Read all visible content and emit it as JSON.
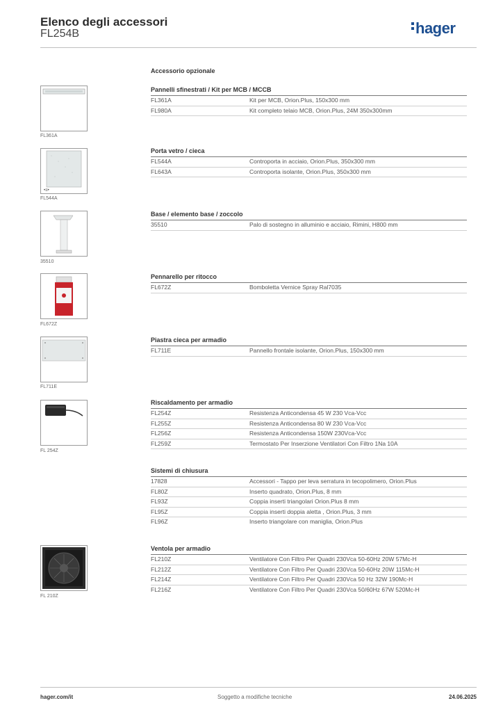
{
  "header": {
    "title": "Elenco degli accessori",
    "subtitle": "FL254B",
    "logo": "hager"
  },
  "section_label": "Accessorio opzionale",
  "groups": [
    {
      "title": "Pannelli sfinestrati / Kit per MCB / MCCB",
      "thumb_caption": "FL361A",
      "thumb_icon": "panel-strip-icon",
      "rows": [
        {
          "code": "FL361A",
          "desc": "Kit per MCB, Orion.Plus, 150x300 mm"
        },
        {
          "code": "FL980A",
          "desc": "Kit completo telaio MCB, Orion.Plus, 24M 350x300mm"
        }
      ]
    },
    {
      "title": "Porta vetro / cieca",
      "thumb_caption": "FL544A",
      "thumb_icon": "door-icon",
      "rows": [
        {
          "code": "FL544A",
          "desc": "Controporta in acciaio, Orion.Plus, 350x300 mm"
        },
        {
          "code": "FL643A",
          "desc": "Controporta isolante, Orion.Plus, 350x300 mm"
        }
      ]
    },
    {
      "title": "Base / elemento base / zoccolo",
      "thumb_caption": "35510",
      "thumb_icon": "pole-icon",
      "rows": [
        {
          "code": "35510",
          "desc": "Palo di sostegno in alluminio e acciaio, Rimini, H800 mm"
        }
      ]
    },
    {
      "title": "Pennarello per ritocco",
      "thumb_caption": "FL672Z",
      "thumb_icon": "spray-can-icon",
      "rows": [
        {
          "code": "FL672Z",
          "desc": "Bomboletta Vernice Spray Ral7035"
        }
      ]
    },
    {
      "title": "Piastra cieca per armadio",
      "thumb_caption": "FL711E",
      "thumb_icon": "blank-plate-icon",
      "rows": [
        {
          "code": "FL711E",
          "desc": "Pannello frontale isolante, Orion.Plus, 150x300 mm"
        }
      ]
    },
    {
      "title": "Riscaldamento per armadio",
      "thumb_caption": "FL 254Z",
      "thumb_icon": "heater-icon",
      "rows": [
        {
          "code": "FL254Z",
          "desc": "Resistenza Anticondensa 45 W 230 Vca-Vcc"
        },
        {
          "code": "FL255Z",
          "desc": "Resistenza Anticondensa 80 W 230 Vca-Vcc"
        },
        {
          "code": "FL256Z",
          "desc": "Resistenza Anticondensa 150W 230Vca-Vcc"
        },
        {
          "code": "FL259Z",
          "desc": "Termostato Per Inserzione Ventilatori Con Filtro 1Na 10A"
        }
      ]
    },
    {
      "title": "Sistemi di chiusura",
      "thumb_caption": "",
      "thumb_icon": "",
      "rows": [
        {
          "code": "17828",
          "desc": "Accessori - Tappo per leva serratura in tecopolimero, Orion.Plus"
        },
        {
          "code": "FL80Z",
          "desc": "Inserto quadrato, Orion.Plus, 8 mm"
        },
        {
          "code": "FL93Z",
          "desc": "Coppia inserti triangolari Orion.Plus 8 mm"
        },
        {
          "code": "FL95Z",
          "desc": "Coppia inserti doppia aletta , Orion.Plus, 3 mm"
        },
        {
          "code": "FL96Z",
          "desc": "Inserto triangolare con maniglia, Orion.Plus"
        }
      ]
    },
    {
      "title": "Ventola per armadio",
      "thumb_caption": "FL 210Z",
      "thumb_icon": "fan-icon",
      "rows": [
        {
          "code": "FL210Z",
          "desc": "Ventilatore Con Filtro Per Quadri 230Vca 50-60Hz 20W 57Mc-H"
        },
        {
          "code": "FL212Z",
          "desc": "Ventilatore Con Filtro Per Quadri 230Vca 50-60Hz 20W 115Mc-H"
        },
        {
          "code": "FL214Z",
          "desc": "Ventilatore Con Filtro Per Quadri 230Vca 50 Hz 32W 190Mc-H"
        },
        {
          "code": "FL216Z",
          "desc": "Ventilatore Con Filtro Per Quadri 230Vca 50/60Hz 67W 520Mc-H"
        }
      ]
    }
  ],
  "footer": {
    "left": "hager.com/it",
    "center": "Soggetto a modifiche tecniche",
    "right": "24.06.2025"
  },
  "colors": {
    "brand": "#1d4f91",
    "rule": "#bfbfbf"
  }
}
